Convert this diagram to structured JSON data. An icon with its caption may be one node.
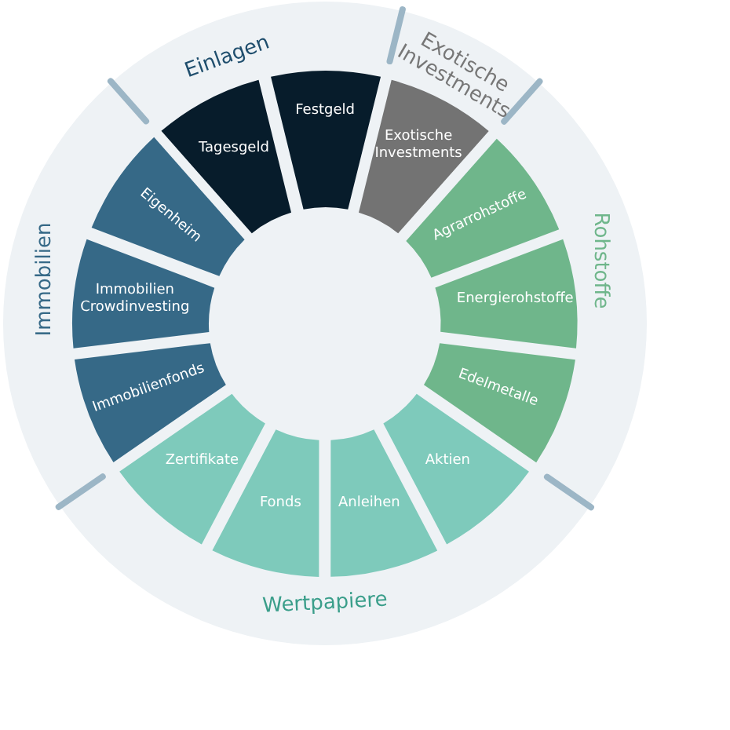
{
  "diagram": {
    "nodes": [
      {
        "text": [
          "Tagesgeld"
        ]
      },
      {
        "text": [
          "Festgeld"
        ]
      },
      {
        "text": [
          "Exotische Investments"
        ]
      },
      {
        "text": [
          "Agrarrohstoffe"
        ]
      },
      {
        "text": [
          "Energierohstoffe"
        ]
      },
      {
        "text": [
          "Edelmetalle"
        ]
      },
      {
        "text": [
          "Aktien"
        ]
      },
      {
        "text": [
          "Anleihen"
        ]
      },
      {
        "text": [
          "Fonds"
        ]
      },
      {
        "text": [
          "Zertifikate"
        ]
      },
      {
        "text": [
          "Immobilienfonds"
        ]
      },
      {
        "text": [
          "Immobilien Crowdinvesting"
        ]
      },
      {
        "text": [
          "Eigenheim"
        ]
      }
    ],
    "labels": [
      "Einlagen",
      "Exotische Investments",
      "Rohstoffe",
      "Wertpapiere",
      "Immobilien"
    ]
  }
}
